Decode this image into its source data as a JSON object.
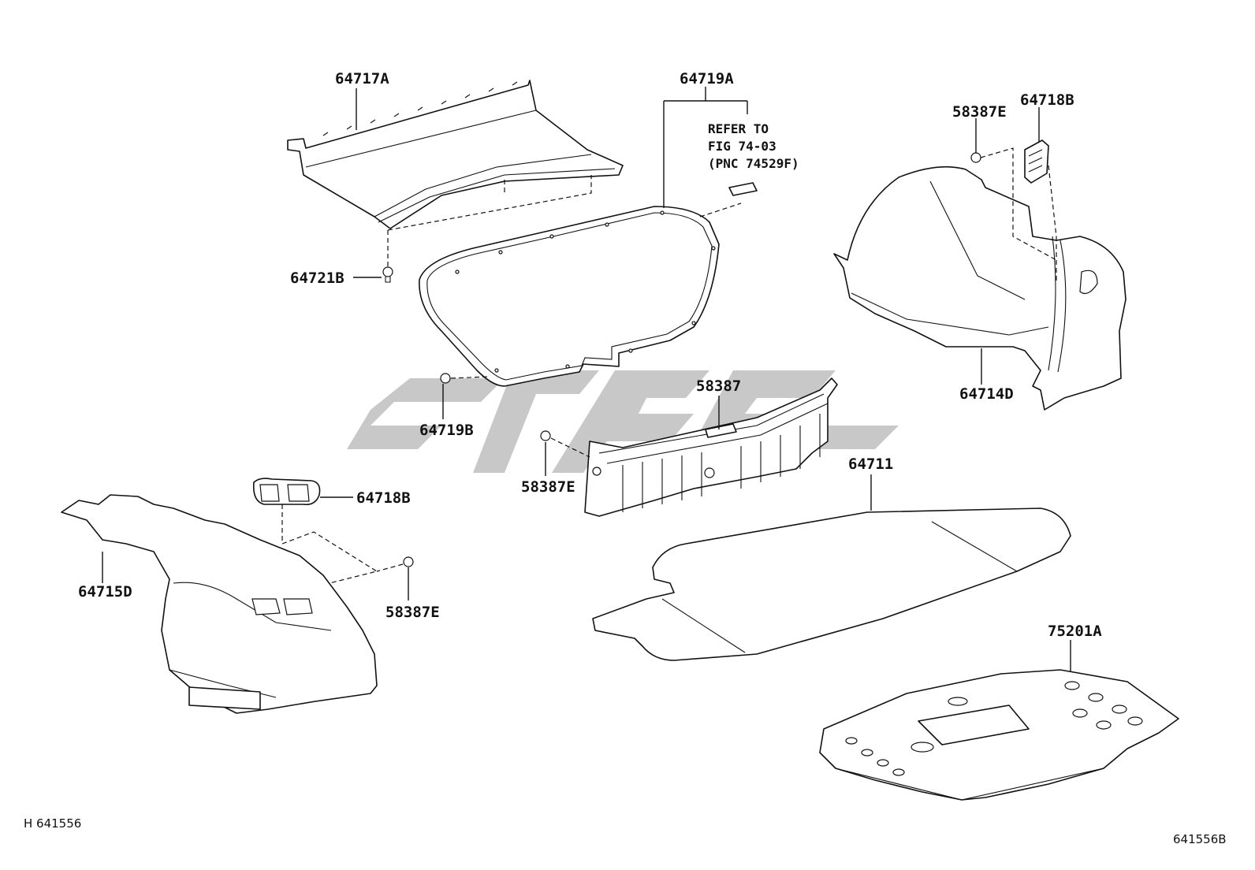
{
  "diagram": {
    "labels": {
      "p64717A": "64717A",
      "p64719A": "64719A",
      "p58387E_top": "58387E",
      "p64718B_top": "64718B",
      "p64721B": "64721B",
      "p64719B": "64719B",
      "p58387": "58387",
      "p64714D": "64714D",
      "p58387E_mid": "58387E",
      "p64718B_low": "64718B",
      "p64711": "64711",
      "p64715D": "64715D",
      "p58387E_low": "58387E",
      "p75201A": "75201A"
    },
    "note": {
      "line1": "REFER TO",
      "line2": "FIG 74-03",
      "line3": "(PNC 74529F)"
    },
    "footer": {
      "left": "H 641556",
      "right": "641556B"
    }
  }
}
